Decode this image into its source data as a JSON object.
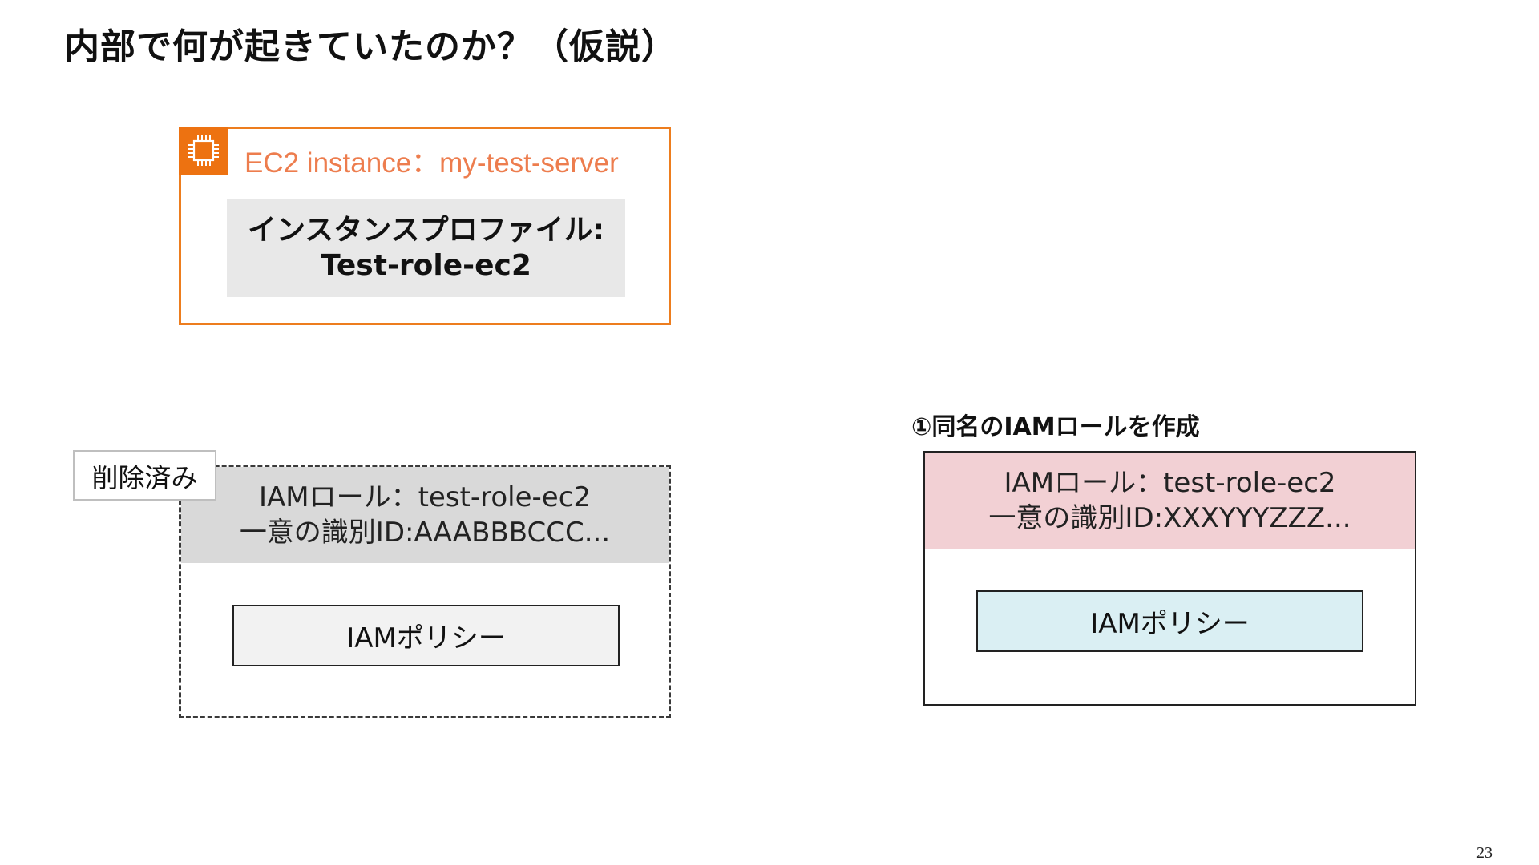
{
  "slide": {
    "title": "内部で何が起きていたのか？（仮説）",
    "page_number": "23"
  },
  "ec2": {
    "label": "EC2 instance：my-test-server",
    "icon": "chip-icon",
    "accent_color": "#ED7D1E",
    "profile_line1": "インスタンスプロファイル:",
    "profile_line2": "Test-role-ec2"
  },
  "deleted_role": {
    "badge": "削除済み",
    "line1": "IAMロール：test-role-ec2",
    "line2": "一意の識別ID:AAABBBCCC...",
    "policy": "IAMポリシー",
    "header_color": "#D9D9D9"
  },
  "new_role": {
    "step_label": "①同名のIAMロールを作成",
    "line1": "IAMロール：test-role-ec2",
    "line2": "一意の識別ID:XXXYYYZZZ...",
    "policy": "IAMポリシー",
    "header_color": "#F2D0D4",
    "policy_color": "#DAEFF3"
  }
}
